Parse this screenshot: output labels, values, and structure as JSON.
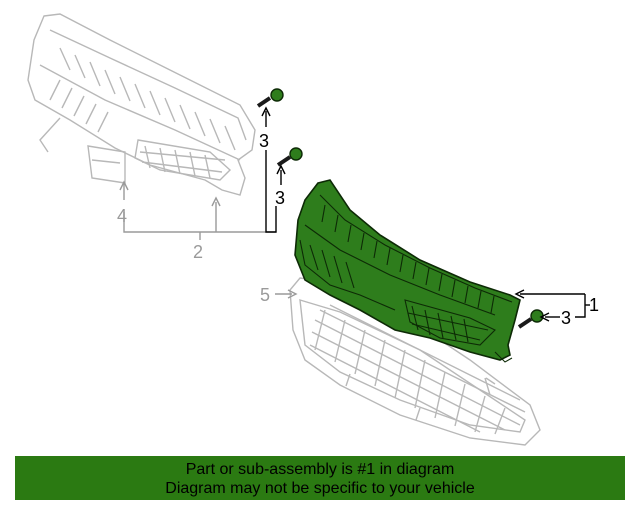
{
  "diagram": {
    "callouts": {
      "part_1": "1",
      "part_2": "2",
      "part_3a": "3",
      "part_3b": "3",
      "part_3c": "3",
      "part_4": "4",
      "part_5": "5"
    },
    "colors": {
      "highlight_part": "#2e7d1c",
      "highlight_outline": "#0d2a06",
      "ghost_part": "#b8b8b8",
      "callout_dark": "#000000",
      "callout_light": "#9a9a9a"
    }
  },
  "banner": {
    "line1": "Part or sub-assembly is #1 in diagram",
    "line2": "Diagram may not be specific to your vehicle",
    "background": "#2b7a12"
  }
}
